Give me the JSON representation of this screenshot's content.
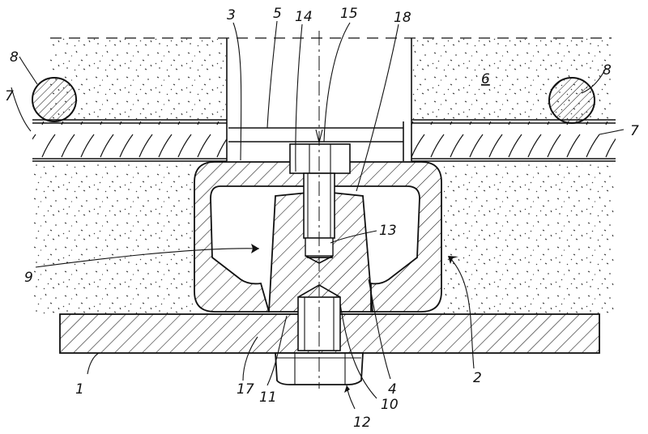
{
  "reference_numerals": {
    "n1": "1",
    "n2": "2",
    "n3": "3",
    "n4": "4",
    "n5": "5",
    "n6": "6",
    "n7": "7",
    "n8": "8",
    "n9": "9",
    "n10": "10",
    "n11": "11",
    "n12": "12",
    "n13": "13",
    "n14": "14",
    "n15": "15",
    "n17": "17",
    "n18": "18"
  }
}
